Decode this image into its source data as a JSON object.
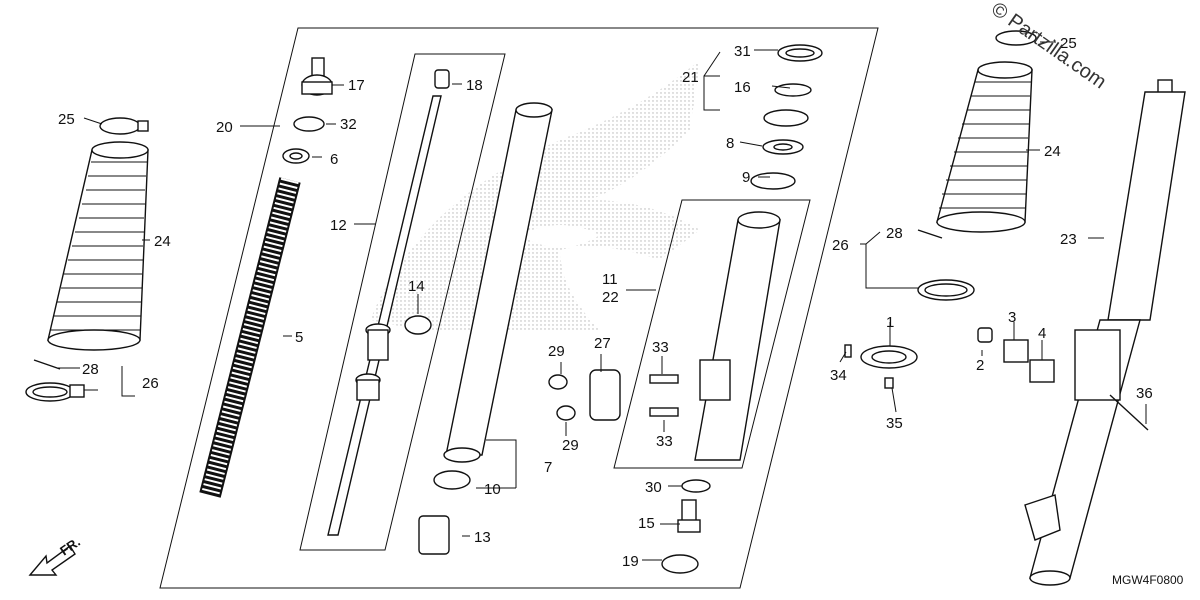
{
  "diagram": {
    "watermark": "© Partzilla.com",
    "diagram_code": "MGW4F0800",
    "direction_label": "FR.",
    "callouts": {
      "c1": "1",
      "c2": "2",
      "c3": "3",
      "c4": "4",
      "c5": "5",
      "c6": "6",
      "c7": "7",
      "c8": "8",
      "c9": "9",
      "c10": "10",
      "c11": "11",
      "c12": "12",
      "c13": "13",
      "c14": "14",
      "c15": "15",
      "c16": "16",
      "c17": "17",
      "c18": "18",
      "c19": "19",
      "c20": "20",
      "c21": "21",
      "c22": "22",
      "c23": "23",
      "c24a": "24",
      "c24b": "24",
      "c25a": "25",
      "c25b": "25",
      "c26a": "26",
      "c26b": "26",
      "c27": "27",
      "c28a": "28",
      "c28b": "28",
      "c29a": "29",
      "c29b": "29",
      "c30": "30",
      "c31": "31",
      "c32": "32",
      "c33a": "33",
      "c33b": "33",
      "c34": "34",
      "c35": "35",
      "c36": "36"
    }
  }
}
